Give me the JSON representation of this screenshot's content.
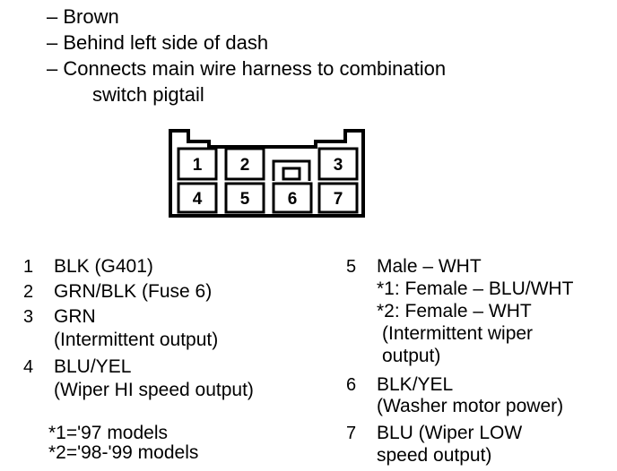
{
  "header": {
    "lines": [
      "– Brown",
      "– Behind left side of dash",
      "– Connects main wire harness to combination",
      "switch pigtail"
    ]
  },
  "connector": {
    "pins": [
      "1",
      "2",
      "3",
      "4",
      "5",
      "6",
      "7"
    ]
  },
  "legend": {
    "left": [
      {
        "num": "1",
        "lines": [
          "BLK (G401)"
        ]
      },
      {
        "num": "2",
        "lines": [
          "GRN/BLK (Fuse 6)"
        ]
      },
      {
        "num": "3",
        "lines": [
          "GRN",
          "(Intermittent output)"
        ]
      },
      {
        "num": "4",
        "lines": [
          "BLU/YEL",
          "(Wiper HI speed output)"
        ]
      }
    ],
    "right": [
      {
        "num": "5",
        "lines": [
          "Male – WHT",
          "*1: Female – BLU/WHT",
          "*2: Female – WHT",
          "(Intermittent wiper",
          "output)"
        ]
      },
      {
        "num": "6",
        "lines": [
          "BLK/YEL",
          "(Washer motor power)"
        ]
      },
      {
        "num": "7",
        "lines": [
          "BLU (Wiper LOW",
          "speed output)"
        ]
      }
    ]
  },
  "footnotes": [
    "*1='97 models",
    "*2='98-'99 models"
  ]
}
